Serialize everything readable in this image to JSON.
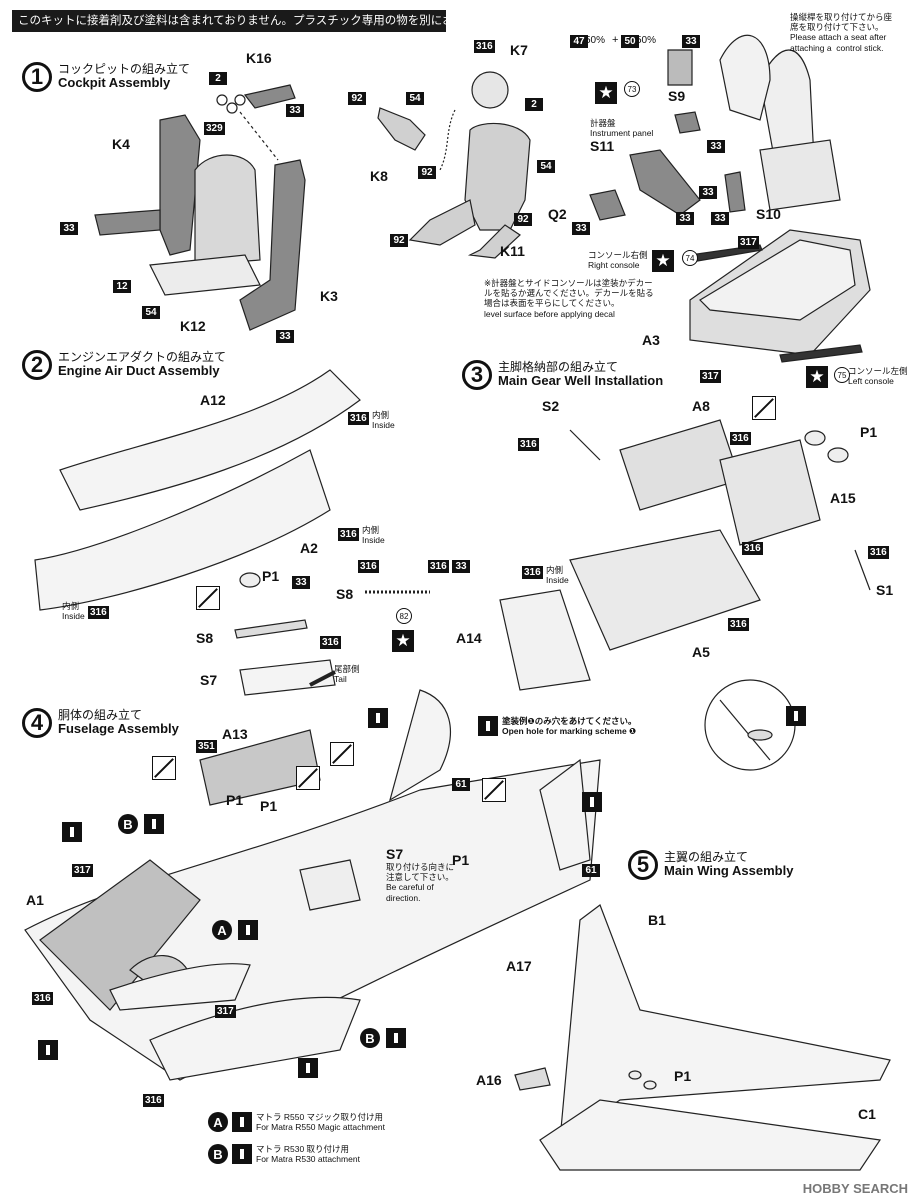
{
  "notice": "このキットに接着剤及び塗料は含まれておりません。プラスチック専用の物を別にお求め下さい。",
  "steps": [
    {
      "num": "1",
      "ja": "コックピットの組み立て",
      "en": "Cockpit Assembly"
    },
    {
      "num": "2",
      "ja": "エンジンエアダクトの組み立て",
      "en": "Engine Air Duct Assembly"
    },
    {
      "num": "3",
      "ja": "主脚格納部の組み立て",
      "en": "Main Gear Well Installation"
    },
    {
      "num": "4",
      "ja": "胴体の組み立て",
      "en": "Fuselage Assembly"
    },
    {
      "num": "5",
      "ja": "主翼の組み立て",
      "en": "Main Wing Assembly"
    }
  ],
  "parts": {
    "k16": "K16",
    "k4": "K4",
    "k12": "K12",
    "k3": "K3",
    "k7": "K7",
    "k8": "K8",
    "k11": "K11",
    "s9": "S9",
    "s11": "S11",
    "q2": "Q2",
    "s10": "S10",
    "a3": "A3",
    "a12": "A12",
    "a2": "A2",
    "p1a": "P1",
    "s8a": "S8",
    "s8b": "S8",
    "s7a": "S7",
    "s2": "S2",
    "a8": "A8",
    "p1b": "P1",
    "a15": "A15",
    "s1": "S1",
    "a14": "A14",
    "a5": "A5",
    "a13": "A13",
    "p1c": "P1",
    "p1d": "P1",
    "s7b": "S7",
    "p1e": "P1",
    "a1": "A1",
    "a17": "A17",
    "b1": "B1",
    "a16": "A16",
    "p1f": "P1",
    "c1": "C1",
    "a_marker": "A",
    "b_marker": "B"
  },
  "codes": {
    "c2a": "2",
    "c329": "329",
    "c33a": "33",
    "c33b": "33",
    "c33c": "33",
    "c316a": "316",
    "c2b": "2",
    "c92a": "92",
    "c54a": "54",
    "c92b": "92",
    "c54b": "54",
    "c92c": "92",
    "c92d": "92",
    "c47": "47",
    "c50": "50",
    "c33d": "33",
    "c33e": "33",
    "c33f": "33",
    "c33g": "33",
    "c33h": "33",
    "c33i": "33",
    "c317a": "317",
    "c317b": "317",
    "c12": "12",
    "c54c": "54",
    "c316b": "316",
    "c316c": "316",
    "c316d": "316",
    "c316e": "316",
    "c316f": "316",
    "c316g": "316",
    "c33j": "33",
    "c33k": "33",
    "c316h": "316",
    "c316i": "316",
    "c316j": "316",
    "c316k": "316",
    "c316l": "316",
    "c316m": "316",
    "c351": "351",
    "c61a": "61",
    "c61b": "61",
    "c317c": "317",
    "c317d": "317",
    "c316n": "316",
    "c316o": "316"
  },
  "ratio": {
    "pct_a": "50%",
    "plus": "+",
    "pct_b": "50%"
  },
  "notes": {
    "control_stick": "操縦桿を取り付けてから座\n席を取り付けて下さい。\nPlease attach a seat after\nattaching a  control stick.",
    "instrument_panel": "計器盤\nInstrument panel",
    "right_console": "コンソール右側\nRight console",
    "left_console": "コンソール左側\nLeft console",
    "decal_note": "※計器盤とサイドコンソールは塗装かデカー\nルを貼るか選んでください。デカールを貼る\n場合は表面を平らにしてください。\nlevel surface before applying decal",
    "inside_a": "内側\nInside",
    "inside_b": "内側\nInside",
    "inside_c": "内側\nInside",
    "inside_d": "内側\nInside",
    "tail": "尾部側\nTail",
    "marking": "塗装例❶のみ穴をあけてください。\nOpen hole for marking scheme ❶",
    "direction": "取り付ける向きに\n注意して下さい。\nBe careful of\ndirection.",
    "legend_a": "マトラ R550 マジック取り付け用\nFor Matra R550 Magic attachment",
    "legend_b": "マトラ R530 取り付け用\nFor Matra R530 attachment"
  },
  "decals": {
    "d73": "73",
    "d74": "74",
    "d75": "75",
    "d82": "82"
  },
  "icons": {
    "star": "★"
  },
  "watermark": "HOBBY SEARCH"
}
